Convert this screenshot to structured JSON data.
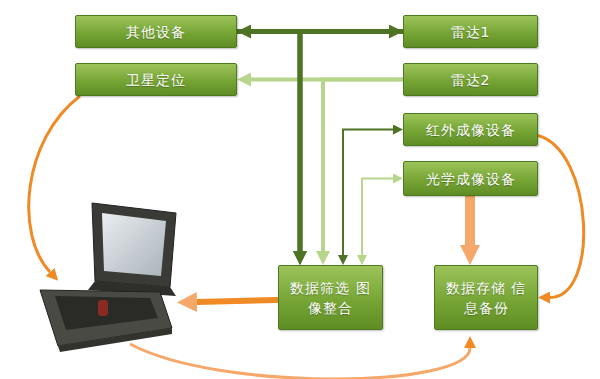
{
  "diagram": {
    "nodes": [
      {
        "text": [
          "其他设备"
        ]
      },
      {
        "text": [
          "雷达1"
        ]
      },
      {
        "text": [
          "卫星定位"
        ]
      },
      {
        "text": [
          "雷达2"
        ]
      },
      {
        "text": [
          "红外成像设备"
        ]
      },
      {
        "text": [
          "光学成像设备"
        ]
      },
      {
        "text": [
          "数据筛选 图像整合"
        ]
      },
      {
        "text": [
          "数据存储 信息备份"
        ]
      }
    ],
    "edges": [
      {
        "from": 0,
        "to": 1,
        "arrow": "both"
      },
      {
        "from": 0,
        "to": 6,
        "arrow": "to"
      },
      {
        "from": 1,
        "to": 6,
        "arrow": "to"
      },
      {
        "from": 3,
        "to": 2,
        "arrow": "to"
      },
      {
        "from": 3,
        "to": 6,
        "arrow": "to"
      },
      {
        "from": 4,
        "to": 6,
        "arrow": "both"
      },
      {
        "from": 5,
        "to": 6,
        "arrow": "both"
      },
      {
        "from": 4,
        "to": 7,
        "arrow": "to"
      },
      {
        "from": 5,
        "to": 7,
        "arrow": "to"
      }
    ]
  }
}
